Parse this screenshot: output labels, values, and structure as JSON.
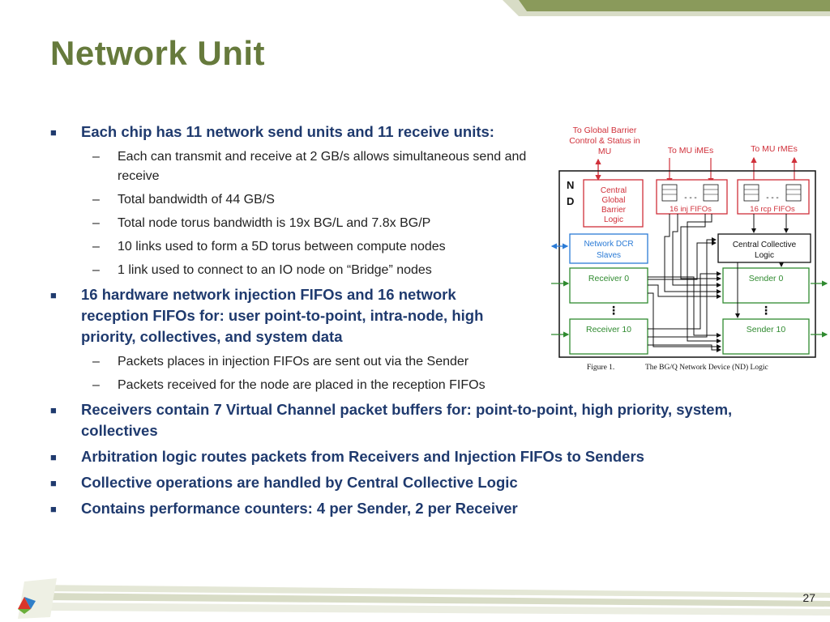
{
  "slide": {
    "title": "Network Unit",
    "page_number": "27",
    "colors": {
      "title": "#667a3c",
      "bullet_text": "#1f3a6e",
      "accent_band": "#8a9a5b"
    },
    "bullets": [
      {
        "text": "Each chip has 11 network send units and 11 receive units:",
        "sub": [
          "Each can transmit and receive at 2 GB/s allows simultaneous send and receive",
          "Total bandwidth of 44 GB/S",
          "Total node torus bandwidth is 19x BG/L and 7.8x BG/P",
          "10 links used to form a 5D torus between compute nodes",
          "1 link used to connect to an IO node on “Bridge” nodes"
        ]
      },
      {
        "text": "16 hardware network injection FIFOs and 16 network reception FIFOs for: user point-to-point, intra-node, high priority, collectives, and system data",
        "sub": [
          "Packets places in injection FIFOs are sent out via the Sender",
          "Packets received for the node are placed in the reception FIFOs"
        ]
      },
      {
        "text": "Receivers contain 7 Virtual Channel packet buffers for:  point-to-point, high priority, system, collectives",
        "sub": []
      },
      {
        "text": "Arbitration logic routes packets from Receivers and Injection FIFOs to Senders",
        "sub": []
      },
      {
        "text": "Collective operations are handled by Central Collective Logic",
        "sub": []
      },
      {
        "text": "Contains performance counters: 4 per Sender, 2 per Receiver",
        "sub": []
      }
    ]
  },
  "diagram": {
    "label_top_barrier": [
      "To Global Barrier",
      "Control & Status in",
      "MU"
    ],
    "label_to_mu_imes": "To MU iMEs",
    "label_to_mu_rmes": "To MU rMEs",
    "nd_label": [
      "N",
      "D"
    ],
    "central_barrier": [
      "Central",
      "Global",
      "Barrier",
      "Logic"
    ],
    "inj_fifos": "16 inj FIFOs",
    "rcp_fifos": "16 rcp FIFOs",
    "ellipsis_h": "- - -",
    "ellipsis_v": "⋮",
    "dcr": [
      "Network DCR",
      "Slaves"
    ],
    "central_collective": [
      "Central Collective",
      "Logic"
    ],
    "receiver_0": "Receiver 0",
    "receiver_10": "Receiver 10",
    "sender_0": "Sender 0",
    "sender_10": "Sender 10",
    "caption_fig": "Figure 1.",
    "caption_text": "The BG/Q Network Device (ND) Logic"
  }
}
